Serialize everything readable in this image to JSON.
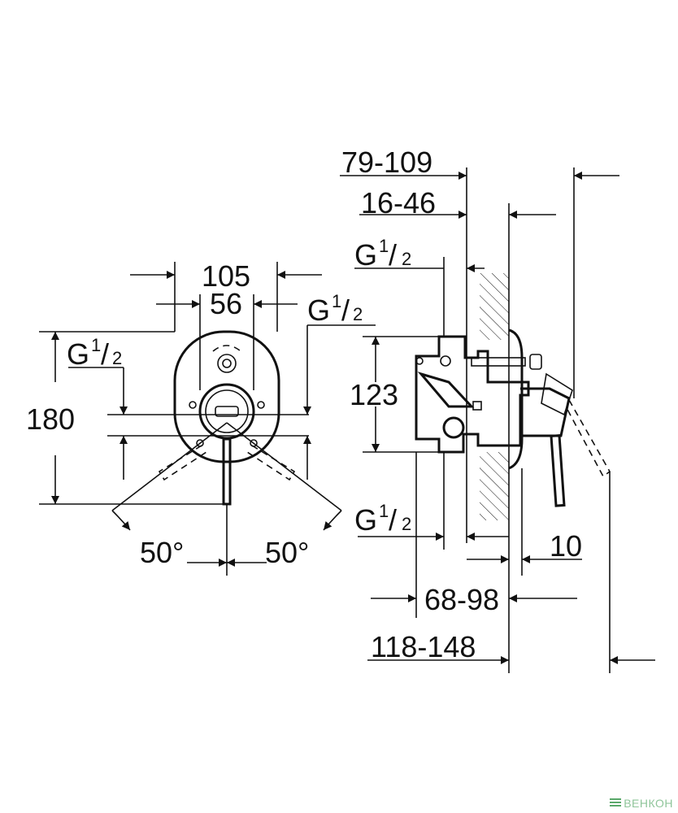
{
  "dimensions": {
    "front_width_outer": "105",
    "front_width_inner": "56",
    "front_height": "180",
    "side_height": "123",
    "depth_total": "79-109",
    "depth_wall": "16-46",
    "side_ten": "10",
    "depth_68": "68-98",
    "depth_118": "118-148",
    "angle_left": "50°",
    "angle_right": "50°"
  },
  "thread": {
    "g": "G",
    "num": "1",
    "den": "2"
  },
  "watermark": "ВЕНКОН",
  "colors": {
    "line": "#111111",
    "watermark": "#8fc59a"
  }
}
